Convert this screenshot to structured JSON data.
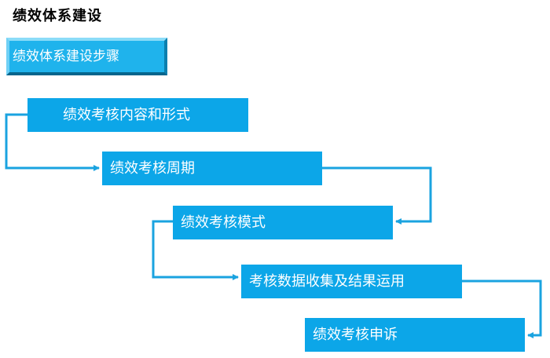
{
  "page": {
    "title": "绩效体系建设"
  },
  "header_box": {
    "label": "绩效体系建设步骤"
  },
  "steps": [
    {
      "label": "绩效考核内容和形式"
    },
    {
      "label": "绩效考核周期"
    },
    {
      "label": "绩效考核模式"
    },
    {
      "label": "考核数据收集及结果运用"
    },
    {
      "label": "绩效考核申诉"
    }
  ],
  "colors": {
    "box_fill": "#0ca6e8",
    "header_fill": "#1fb3ec",
    "connector": "#1aa3e0",
    "text": "#ffffff"
  }
}
